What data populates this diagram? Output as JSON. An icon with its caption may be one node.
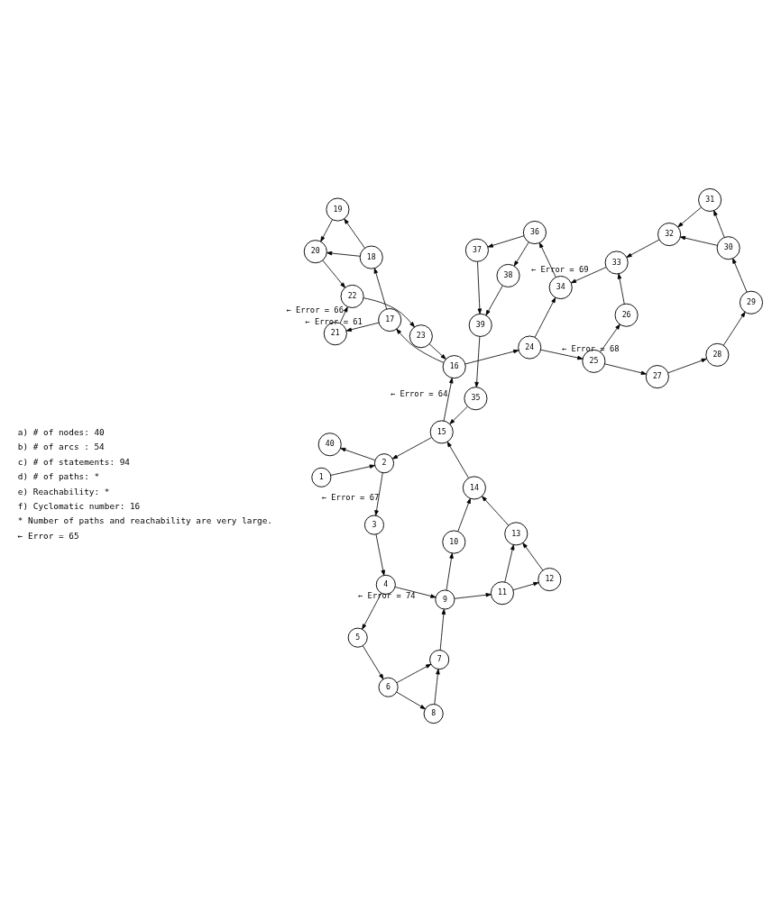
{
  "diagram": {
    "nodes": [
      {
        "text": [
          "1"
        ]
      },
      {
        "text": [
          "2"
        ]
      },
      {
        "text": [
          "3"
        ]
      },
      {
        "text": [
          "4"
        ]
      },
      {
        "text": [
          "5"
        ]
      },
      {
        "text": [
          "6"
        ]
      },
      {
        "text": [
          "7"
        ]
      },
      {
        "text": [
          "8"
        ]
      },
      {
        "text": [
          "9"
        ]
      },
      {
        "text": [
          "10"
        ]
      },
      {
        "text": [
          "11"
        ]
      },
      {
        "text": [
          "12"
        ]
      },
      {
        "text": [
          "13"
        ]
      },
      {
        "text": [
          "14"
        ]
      },
      {
        "text": [
          "15"
        ]
      },
      {
        "text": [
          "16"
        ]
      },
      {
        "text": [
          "17"
        ]
      },
      {
        "text": [
          "18"
        ]
      },
      {
        "text": [
          "19"
        ]
      },
      {
        "text": [
          "20"
        ]
      },
      {
        "text": [
          "21"
        ]
      },
      {
        "text": [
          "22"
        ]
      },
      {
        "text": [
          "23"
        ]
      },
      {
        "text": [
          "24"
        ]
      },
      {
        "text": [
          "25"
        ]
      },
      {
        "text": [
          "26"
        ]
      },
      {
        "text": [
          "27"
        ]
      },
      {
        "text": [
          "28"
        ]
      },
      {
        "text": [
          "29"
        ]
      },
      {
        "text": [
          "30"
        ]
      },
      {
        "text": [
          "31"
        ]
      },
      {
        "text": [
          "32"
        ]
      },
      {
        "text": [
          "33"
        ]
      },
      {
        "text": [
          "34"
        ]
      },
      {
        "text": [
          "35"
        ]
      },
      {
        "text": [
          "36"
        ]
      },
      {
        "text": [
          "37"
        ]
      },
      {
        "text": [
          "38"
        ]
      },
      {
        "text": [
          "39"
        ]
      },
      {
        "text": [
          "40"
        ]
      }
    ],
    "edges": [
      {
        "from": 0,
        "to": 1,
        "arrow": "to"
      },
      {
        "from": 1,
        "to": 39,
        "arrow": "to"
      },
      {
        "from": 1,
        "to": 2,
        "arrow": "to",
        "label": "← Error = 67"
      },
      {
        "from": 2,
        "to": 3,
        "arrow": "to"
      },
      {
        "from": 3,
        "to": 4,
        "arrow": "to"
      },
      {
        "from": 3,
        "to": 8,
        "arrow": "to",
        "label": "← Error = 74"
      },
      {
        "from": 4,
        "to": 5,
        "arrow": "to"
      },
      {
        "from": 5,
        "to": 6,
        "arrow": "to"
      },
      {
        "from": 5,
        "to": 7,
        "arrow": "to"
      },
      {
        "from": 7,
        "to": 6,
        "arrow": "to"
      },
      {
        "from": 6,
        "to": 8,
        "arrow": "to"
      },
      {
        "from": 8,
        "to": 9,
        "arrow": "to"
      },
      {
        "from": 8,
        "to": 10,
        "arrow": "to"
      },
      {
        "from": 10,
        "to": 11,
        "arrow": "to"
      },
      {
        "from": 10,
        "to": 12,
        "arrow": "to"
      },
      {
        "from": 11,
        "to": 12,
        "arrow": "to"
      },
      {
        "from": 9,
        "to": 13,
        "arrow": "to"
      },
      {
        "from": 12,
        "to": 13,
        "arrow": "to"
      },
      {
        "from": 13,
        "to": 14,
        "arrow": "to"
      },
      {
        "from": 14,
        "to": 1,
        "arrow": "to"
      },
      {
        "from": 14,
        "to": 15,
        "arrow": "to",
        "label": "← Error = 64"
      },
      {
        "from": 15,
        "to": 16,
        "arrow": "to"
      },
      {
        "from": 15,
        "to": 23,
        "arrow": "to"
      },
      {
        "from": 16,
        "to": 20,
        "arrow": "to",
        "label": "← Error = 61"
      },
      {
        "from": 16,
        "to": 17,
        "arrow": "to"
      },
      {
        "from": 17,
        "to": 18,
        "arrow": "to"
      },
      {
        "from": 17,
        "to": 19,
        "arrow": "to"
      },
      {
        "from": 18,
        "to": 19,
        "arrow": "to"
      },
      {
        "from": 19,
        "to": 21,
        "arrow": "to"
      },
      {
        "from": 20,
        "to": 21,
        "arrow": "to",
        "label": "← Error = 66"
      },
      {
        "from": 21,
        "to": 22,
        "arrow": "to"
      },
      {
        "from": 22,
        "to": 15,
        "arrow": "to"
      },
      {
        "from": 23,
        "to": 24,
        "arrow": "to",
        "label": "← Error = 68"
      },
      {
        "from": 23,
        "to": 33,
        "arrow": "to"
      },
      {
        "from": 24,
        "to": 26,
        "arrow": "to"
      },
      {
        "from": 24,
        "to": 25,
        "arrow": "to"
      },
      {
        "from": 25,
        "to": 32,
        "arrow": "to"
      },
      {
        "from": 26,
        "to": 27,
        "arrow": "to"
      },
      {
        "from": 27,
        "to": 28,
        "arrow": "to"
      },
      {
        "from": 28,
        "to": 29,
        "arrow": "to"
      },
      {
        "from": 29,
        "to": 30,
        "arrow": "to"
      },
      {
        "from": 29,
        "to": 31,
        "arrow": "to"
      },
      {
        "from": 30,
        "to": 31,
        "arrow": "to"
      },
      {
        "from": 31,
        "to": 32,
        "arrow": "to"
      },
      {
        "from": 32,
        "to": 33,
        "arrow": "to",
        "label": "← Error = 69"
      },
      {
        "from": 33,
        "to": 35,
        "arrow": "to"
      },
      {
        "from": 35,
        "to": 37,
        "arrow": "to"
      },
      {
        "from": 35,
        "to": 36,
        "arrow": "to"
      },
      {
        "from": 36,
        "to": 38,
        "arrow": "to"
      },
      {
        "from": 37,
        "to": 38,
        "arrow": "to"
      },
      {
        "from": 38,
        "to": 34,
        "arrow": "to"
      },
      {
        "from": 34,
        "to": 14,
        "arrow": "to"
      }
    ],
    "labels": [
      "a) # of nodes: 40",
      "b) # of arcs : 54",
      "c) # of statements: 94",
      "d) # of paths: *",
      "e) Reachability: *",
      "f) Cyclomatic number: 16",
      "* Number of paths and reachability are very large.",
      "← Error = 65"
    ]
  }
}
